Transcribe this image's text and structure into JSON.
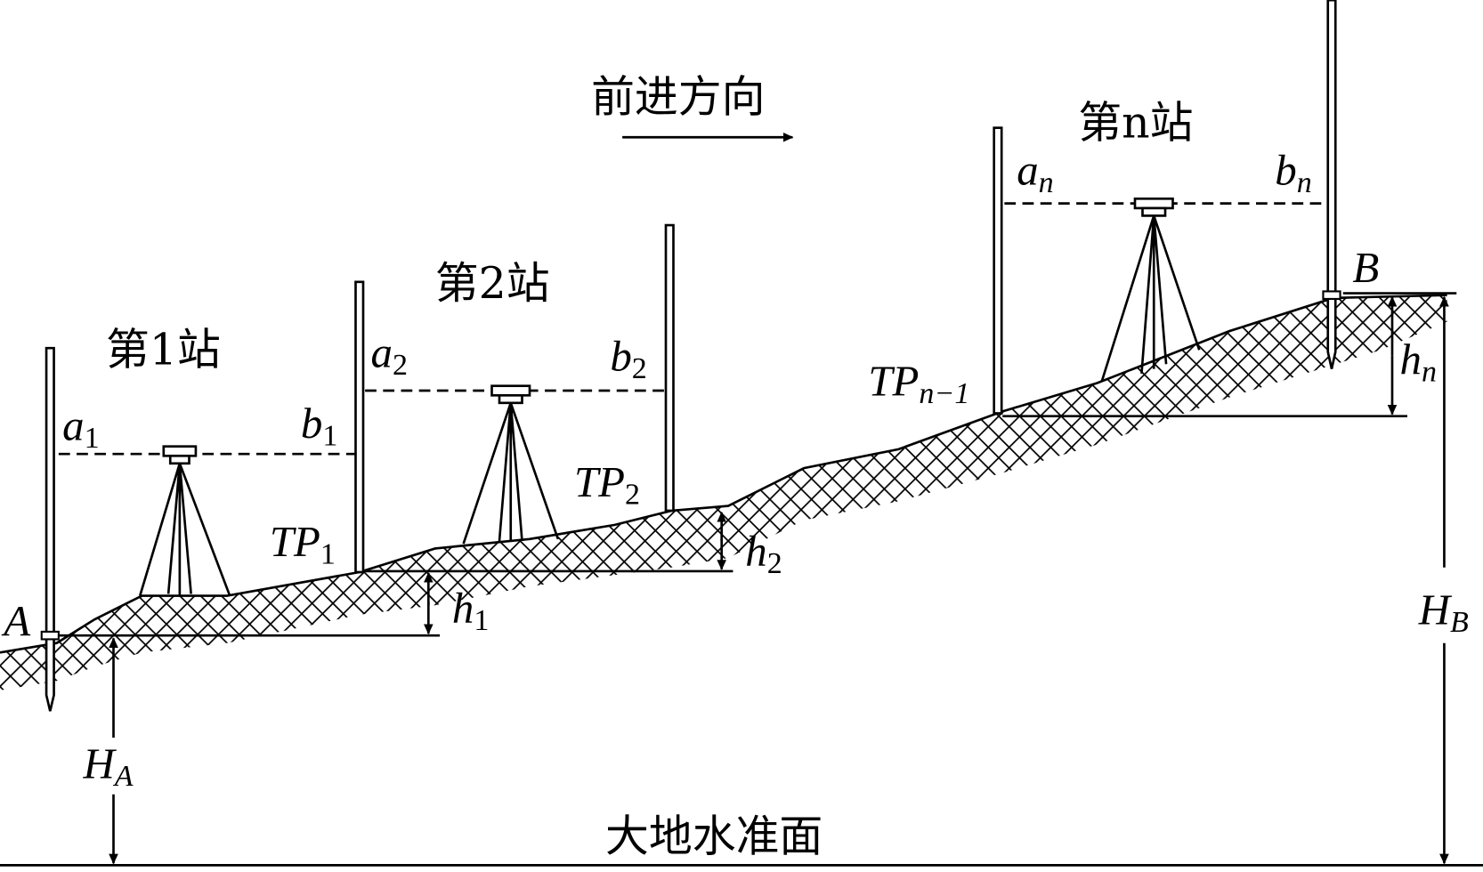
{
  "title": "前进方向",
  "stations": [
    "第1站",
    "第2站",
    "第n站"
  ],
  "readings": {
    "a1": {
      "base": "a",
      "sub": "1"
    },
    "b1": {
      "base": "b",
      "sub": "1"
    },
    "a2": {
      "base": "a",
      "sub": "2"
    },
    "b2": {
      "base": "b",
      "sub": "2"
    },
    "an": {
      "base": "a",
      "sub": "n"
    },
    "bn": {
      "base": "b",
      "sub": "n"
    }
  },
  "turning_points": {
    "tp1": {
      "base": "TP",
      "sub": "1"
    },
    "tp2": {
      "base": "TP",
      "sub": "2"
    },
    "tpn": {
      "base": "TP",
      "sub": "n−1"
    }
  },
  "points": {
    "A": "A",
    "B": "B"
  },
  "heights": {
    "h1": {
      "base": "h",
      "sub": "1"
    },
    "h2": {
      "base": "h",
      "sub": "2"
    },
    "hn": {
      "base": "h",
      "sub": "n"
    },
    "HA": {
      "base": "H",
      "sub": "A"
    },
    "HB": {
      "base": "H",
      "sub": "B"
    }
  },
  "datum": "大地水准面"
}
